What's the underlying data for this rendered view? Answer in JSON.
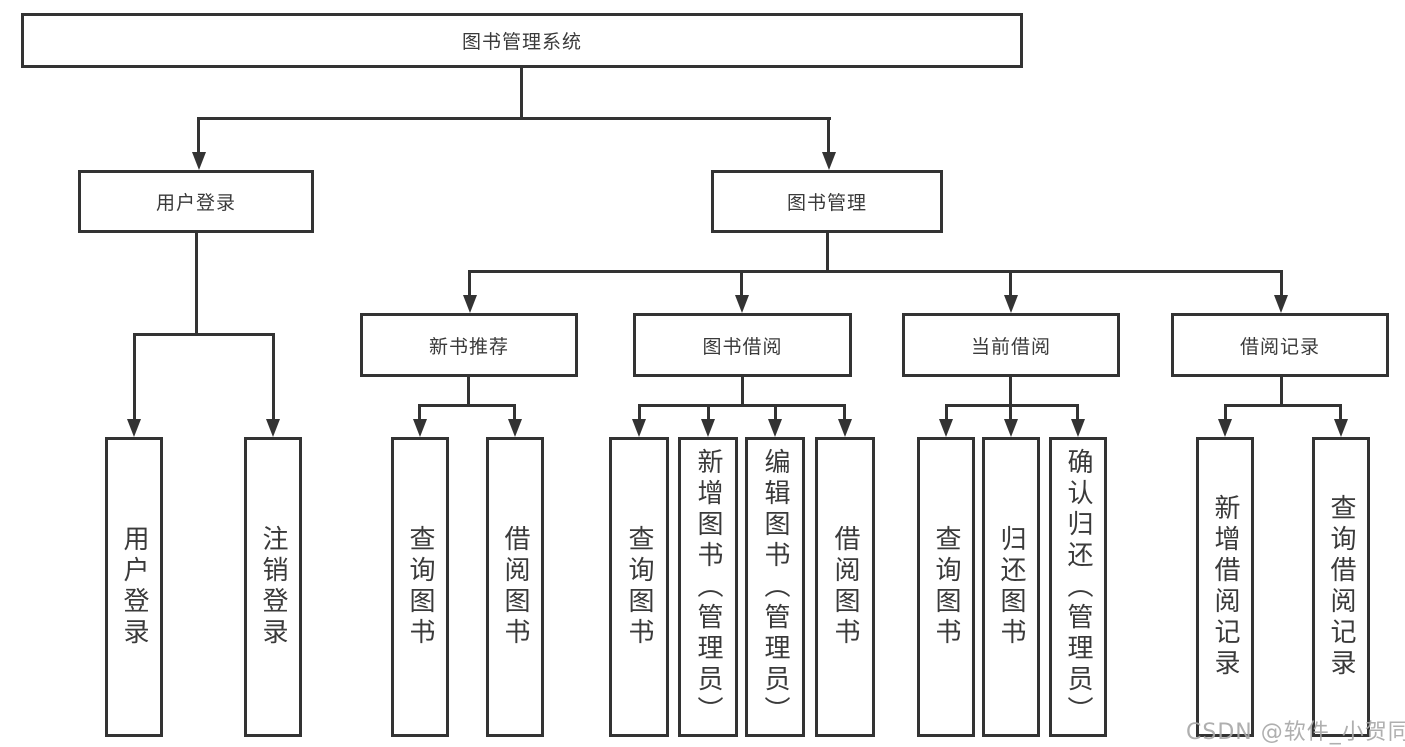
{
  "tree": {
    "root": {
      "label": "图书管理系统",
      "children": [
        {
          "label": "用户登录",
          "children": [
            {
              "label": "用户登录"
            },
            {
              "label": "注销登录"
            }
          ]
        },
        {
          "label": "图书管理",
          "children": [
            {
              "label": "新书推荐",
              "children": [
                {
                  "label": "查询图书"
                },
                {
                  "label": "借阅图书"
                }
              ]
            },
            {
              "label": "图书借阅",
              "children": [
                {
                  "label": "查询图书"
                },
                {
                  "label": "新增图书（管理员）"
                },
                {
                  "label": "编辑图书（管理员）"
                },
                {
                  "label": "借阅图书"
                }
              ]
            },
            {
              "label": "当前借阅",
              "children": [
                {
                  "label": "查询图书"
                },
                {
                  "label": "归还图书"
                },
                {
                  "label": "确认归还（管理员）"
                }
              ]
            },
            {
              "label": "借阅记录",
              "children": [
                {
                  "label": "新增借阅记录"
                },
                {
                  "label": "查询借阅记录"
                }
              ]
            }
          ]
        }
      ]
    }
  },
  "watermark": {
    "text": "CSDN @软件_小贺同学"
  },
  "colors": {
    "line": "#333333",
    "text": "#3a3a3a",
    "background": "#ffffff",
    "watermark": "#a8a8a8"
  }
}
